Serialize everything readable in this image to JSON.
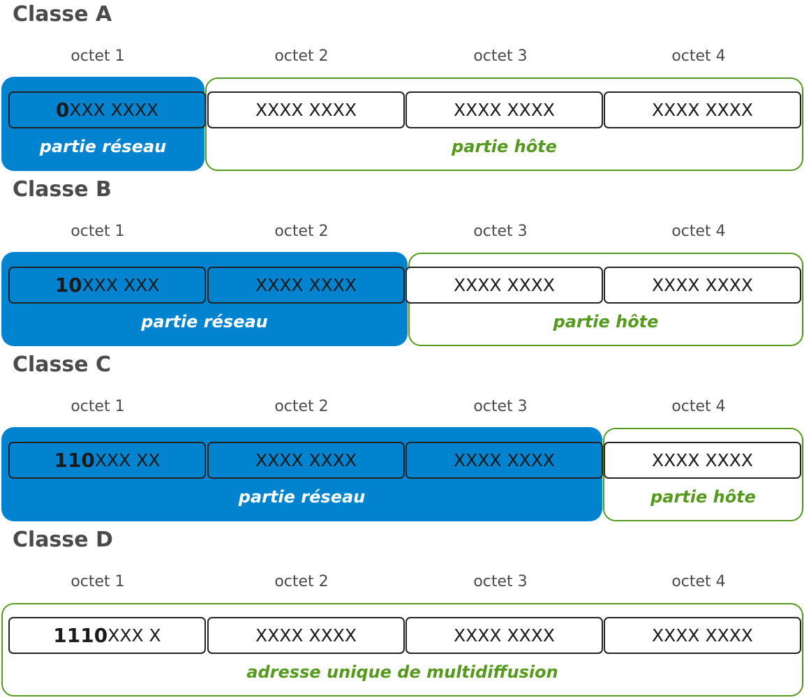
{
  "colors": {
    "network": "#0283d0",
    "host_border": "#559a1e",
    "title": "#4a4a4a"
  },
  "octet_labels": [
    "octet 1",
    "octet 2",
    "octet 3",
    "octet 4"
  ],
  "classes": [
    {
      "title": "Classe A",
      "network_octets": 1,
      "octets": [
        {
          "prefix": "0",
          "rest": "XXX XXXX"
        },
        {
          "prefix": "",
          "rest": "XXXX XXXX"
        },
        {
          "prefix": "",
          "rest": "XXXX XXXX"
        },
        {
          "prefix": "",
          "rest": "XXXX XXXX"
        }
      ],
      "network_label": "partie réseau",
      "host_label": "partie hôte"
    },
    {
      "title": "Classe B",
      "network_octets": 2,
      "octets": [
        {
          "prefix": "10",
          "rest": "XXX XXX"
        },
        {
          "prefix": "",
          "rest": "XXXX XXXX"
        },
        {
          "prefix": "",
          "rest": "XXXX XXXX"
        },
        {
          "prefix": "",
          "rest": "XXXX XXXX"
        }
      ],
      "network_label": "partie réseau",
      "host_label": "partie hôte"
    },
    {
      "title": "Classe C",
      "network_octets": 3,
      "octets": [
        {
          "prefix": "110",
          "rest": "XXX XX"
        },
        {
          "prefix": "",
          "rest": "XXXX XXXX"
        },
        {
          "prefix": "",
          "rest": "XXXX XXXX"
        },
        {
          "prefix": "",
          "rest": "XXXX XXXX"
        }
      ],
      "network_label": "partie réseau",
      "host_label": "partie hôte"
    },
    {
      "title": "Classe D",
      "network_octets": 0,
      "octets": [
        {
          "prefix": "1110",
          "rest": "XXX X"
        },
        {
          "prefix": "",
          "rest": "XXXX XXXX"
        },
        {
          "prefix": "",
          "rest": "XXXX XXXX"
        },
        {
          "prefix": "",
          "rest": "XXXX XXXX"
        }
      ],
      "network_label": "",
      "host_label": "adresse unique de multidiffusion"
    }
  ]
}
